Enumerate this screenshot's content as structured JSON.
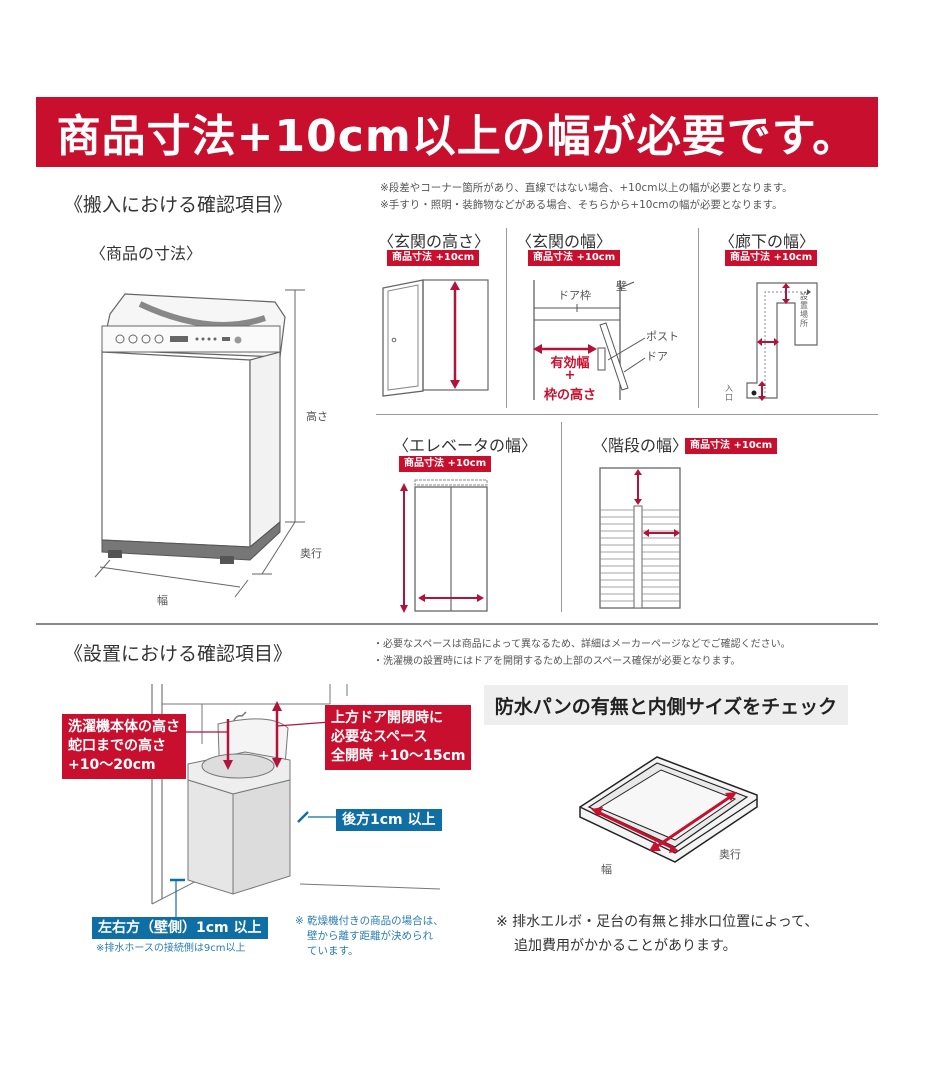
{
  "banner": {
    "title": "商品寸法+10cm以上の幅が必要です。"
  },
  "carry_in": {
    "section_title": "《搬入における確認項目》",
    "notes": [
      "※段差やコーナー箇所があり、直線ではない場合、+10cm以上の幅が必要となります。",
      "※手すり・照明・装飾物などがある場合、そちらから+10cmの幅が必要となります。"
    ],
    "product_size": {
      "title": "〈商品の寸法〉",
      "labels": {
        "height": "高さ",
        "depth": "奥行",
        "width": "幅"
      }
    },
    "entrance_height": {
      "title": "〈玄関の高さ〉",
      "badge": "商品寸法 +10cm"
    },
    "entrance_width": {
      "title": "〈玄関の幅〉",
      "badge": "商品寸法 +10cm",
      "labels": {
        "door_frame": "ドア枠",
        "wall": "壁",
        "post": "ポスト",
        "door": "ドア"
      },
      "effective_width": "有効幅",
      "plus": "+",
      "frame_height": "枠の高さ"
    },
    "hallway_width": {
      "title": "〈廊下の幅〉",
      "badge": "商品寸法 +10cm",
      "labels": {
        "install_location": "設置場所",
        "entrance": "入口"
      }
    },
    "elevator_width": {
      "title": "〈エレベータの幅〉",
      "badge": "商品寸法 +10cm"
    },
    "stairs_width": {
      "title": "〈階段の幅〉",
      "badge": "商品寸法 +10cm"
    }
  },
  "installation": {
    "section_title": "《設置における確認項目》",
    "notes": [
      "・必要なスペースは商品によって異なるため、詳細はメーカーページなどでご確認ください。",
      "・洗濯機の設置時にはドアを開閉するため上部のスペース確保が必要となります。"
    ],
    "height_label": [
      "洗濯機本体の高さ",
      "蛇口までの高さ",
      "+10〜20cm"
    ],
    "top_door_label": [
      "上方ドア開閉時に",
      "必要なスペース",
      "全開時 +10〜15cm"
    ],
    "rear_label": "後方1cm 以上",
    "side_label": "左右方（壁側）1cm 以上",
    "side_note": "※排水ホースの接続側は9cm以上",
    "dryer_note": [
      "※ 乾燥機付きの商品の場合は、",
      "壁から離す距離が決められ",
      "ています。"
    ]
  },
  "waterproof_pan": {
    "title": "防水パンの有無と内側サイズをチェック",
    "labels": {
      "width": "幅",
      "depth": "奥行"
    },
    "footnote": [
      "※ 排水エルボ・足台の有無と排水口位置によって、",
      "追加費用がかかることがあります。"
    ]
  },
  "colors": {
    "brand_red": "#c8102e",
    "info_blue": "#0f6ea4",
    "header_gray": "#eeeeee"
  }
}
